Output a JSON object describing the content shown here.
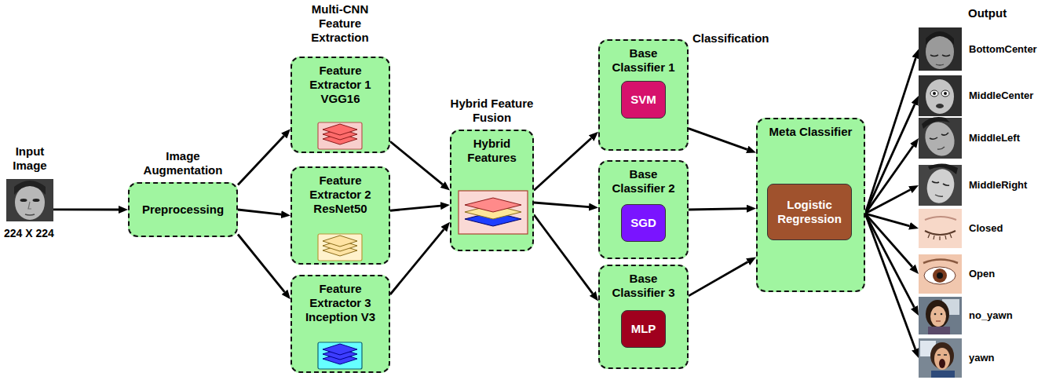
{
  "diagram": {
    "nodes": [
      {
        "text": [
          "Input Image",
          "224 X 224"
        ]
      },
      {
        "text": [
          "Image Augmentation",
          "Preprocessing"
        ]
      },
      {
        "text": [
          "Feature Extractor 1 VGG16"
        ]
      },
      {
        "text": [
          "Feature Extractor 2 ResNet50"
        ]
      },
      {
        "text": [
          "Feature Extractor 3 Inception V3"
        ]
      },
      {
        "text": [
          "Hybrid Feature Fusion",
          "Hybrid Features"
        ]
      },
      {
        "text": [
          "Base Classifier 1"
        ]
      },
      {
        "text": [
          "SVM"
        ],
        "in": 6
      },
      {
        "text": [
          "Base Classifier 2"
        ]
      },
      {
        "text": [
          "SGD"
        ],
        "in": 8
      },
      {
        "text": [
          "Base Classifier 3"
        ]
      },
      {
        "text": [
          "MLP"
        ],
        "in": 10
      },
      {
        "text": [
          "Meta Classifier"
        ]
      },
      {
        "text": [
          "Logistic Regression"
        ],
        "in": 12
      },
      {
        "text": [
          "BottomCenter"
        ]
      },
      {
        "text": [
          "MiddleCenter"
        ]
      },
      {
        "text": [
          "MiddleLeft"
        ]
      },
      {
        "text": [
          "MiddleRight"
        ]
      },
      {
        "text": [
          "Closed"
        ]
      },
      {
        "text": [
          "Open"
        ]
      },
      {
        "text": [
          "no_yawn"
        ]
      },
      {
        "text": [
          "yawn"
        ]
      }
    ],
    "edges": [
      {
        "from": 0,
        "to": 1,
        "arrow": "to"
      },
      {
        "from": 1,
        "to": 2,
        "arrow": "to"
      },
      {
        "from": 1,
        "to": 3,
        "arrow": "to"
      },
      {
        "from": 1,
        "to": 4,
        "arrow": "to"
      },
      {
        "from": 2,
        "to": 5,
        "arrow": "to"
      },
      {
        "from": 3,
        "to": 5,
        "arrow": "to"
      },
      {
        "from": 4,
        "to": 5,
        "arrow": "to"
      },
      {
        "from": 5,
        "to": 6,
        "arrow": "to"
      },
      {
        "from": 5,
        "to": 8,
        "arrow": "to"
      },
      {
        "from": 5,
        "to": 10,
        "arrow": "to"
      },
      {
        "from": 6,
        "to": 12,
        "arrow": "to"
      },
      {
        "from": 8,
        "to": 12,
        "arrow": "to"
      },
      {
        "from": 10,
        "to": 12,
        "arrow": "to"
      },
      {
        "from": 12,
        "to": 14,
        "arrow": "to"
      },
      {
        "from": 12,
        "to": 15,
        "arrow": "to"
      },
      {
        "from": 12,
        "to": 16,
        "arrow": "to"
      },
      {
        "from": 12,
        "to": 17,
        "arrow": "to"
      },
      {
        "from": 12,
        "to": 18,
        "arrow": "to"
      },
      {
        "from": 12,
        "to": 19,
        "arrow": "to"
      },
      {
        "from": 12,
        "to": 20,
        "arrow": "to"
      },
      {
        "from": 12,
        "to": 21,
        "arrow": "to"
      }
    ],
    "labels": [
      "Multi-CNN Feature Extraction",
      "Classification",
      "Output"
    ]
  }
}
